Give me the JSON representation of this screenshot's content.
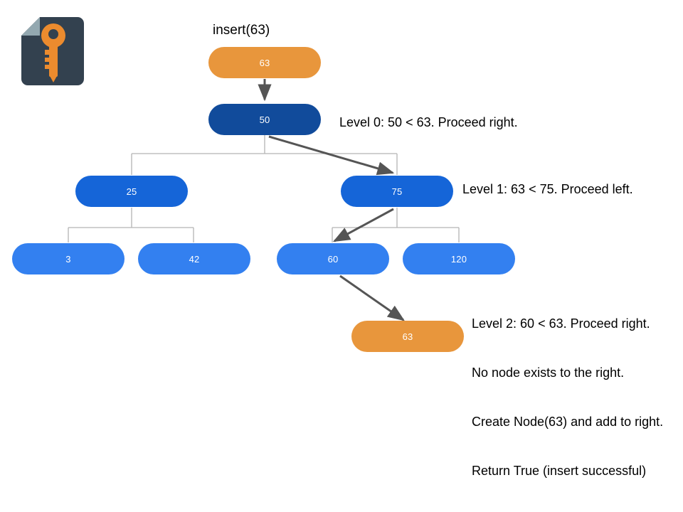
{
  "icon": {
    "name": "key-document-icon",
    "body_color": "#33414f",
    "fold_color": "#93a8b0",
    "key_color": "#ec8b2e"
  },
  "diagram": {
    "title": "insert(63)",
    "colors": {
      "orange": "#e8963c",
      "dark_blue": "#114b9b",
      "mid_blue": "#1565d8",
      "light_blue": "#3380f0",
      "edge": "#b4b4b4",
      "arrow": "#555555",
      "text": "#000000"
    },
    "nodes": {
      "inserted_top": "63",
      "root": "50",
      "left_child": "25",
      "right_child": "75",
      "leaf_a": "3",
      "leaf_b": "42",
      "leaf_c": "60",
      "leaf_d": "120",
      "inserted_new": "63"
    },
    "annotations": {
      "level0": "Level 0: 50 < 63. Proceed right.",
      "level1": "Level 1: 63 < 75. Proceed left.",
      "level2_line1": "Level 2: 60 < 63. Proceed right.",
      "level2_line2": "No node exists to the right.",
      "level2_line3": "Create Node(63) and add to right.",
      "level2_line4": "Return True (insert successful)"
    }
  }
}
